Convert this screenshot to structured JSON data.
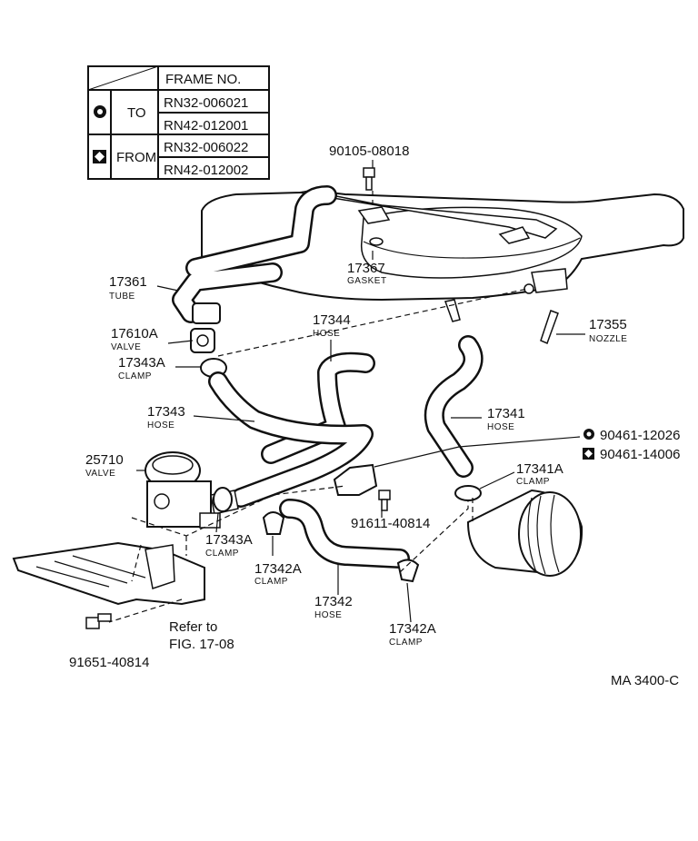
{
  "frame_table": {
    "header": "FRAME NO.",
    "rows": [
      {
        "symbol": "circle-symbol",
        "direction": "TO",
        "frames": [
          "RN32-006021",
          "RN42-012001"
        ]
      },
      {
        "symbol": "diamond-symbol",
        "direction": "FROM",
        "frames": [
          "RN32-006022",
          "RN42-012002"
        ]
      }
    ]
  },
  "callouts": {
    "p90105": {
      "number": "90105-08018"
    },
    "p17361": {
      "number": "17361",
      "name": "TUBE"
    },
    "p17367": {
      "number": "17367",
      "name": "GASKET"
    },
    "p17610A": {
      "number": "17610A",
      "name": "VALVE"
    },
    "p17344": {
      "number": "17344",
      "name": "HOSE"
    },
    "p17355": {
      "number": "17355",
      "name": "NOZZLE"
    },
    "p17343A_top": {
      "number": "17343A",
      "name": "CLAMP"
    },
    "p17343": {
      "number": "17343",
      "name": "HOSE"
    },
    "p17341": {
      "number": "17341",
      "name": "HOSE"
    },
    "p90461_a": {
      "number": "90461-12026"
    },
    "p90461_b": {
      "number": "90461-14006"
    },
    "p25710": {
      "number": "25710",
      "name": "VALVE"
    },
    "p17341A": {
      "number": "17341A",
      "name": "CLAMP"
    },
    "p91611": {
      "number": "91611-40814"
    },
    "p17343A_low": {
      "number": "17343A",
      "name": "CLAMP"
    },
    "p17342A_left": {
      "number": "17342A",
      "name": "CLAMP"
    },
    "p17342": {
      "number": "17342",
      "name": "HOSE"
    },
    "p17342A_right": {
      "number": "17342A",
      "name": "CLAMP"
    },
    "p91651": {
      "number": "91651-40814"
    }
  },
  "refer": {
    "line1": "Refer to",
    "line2": "FIG. 17-08"
  },
  "drawing_code": "MA 3400-C"
}
